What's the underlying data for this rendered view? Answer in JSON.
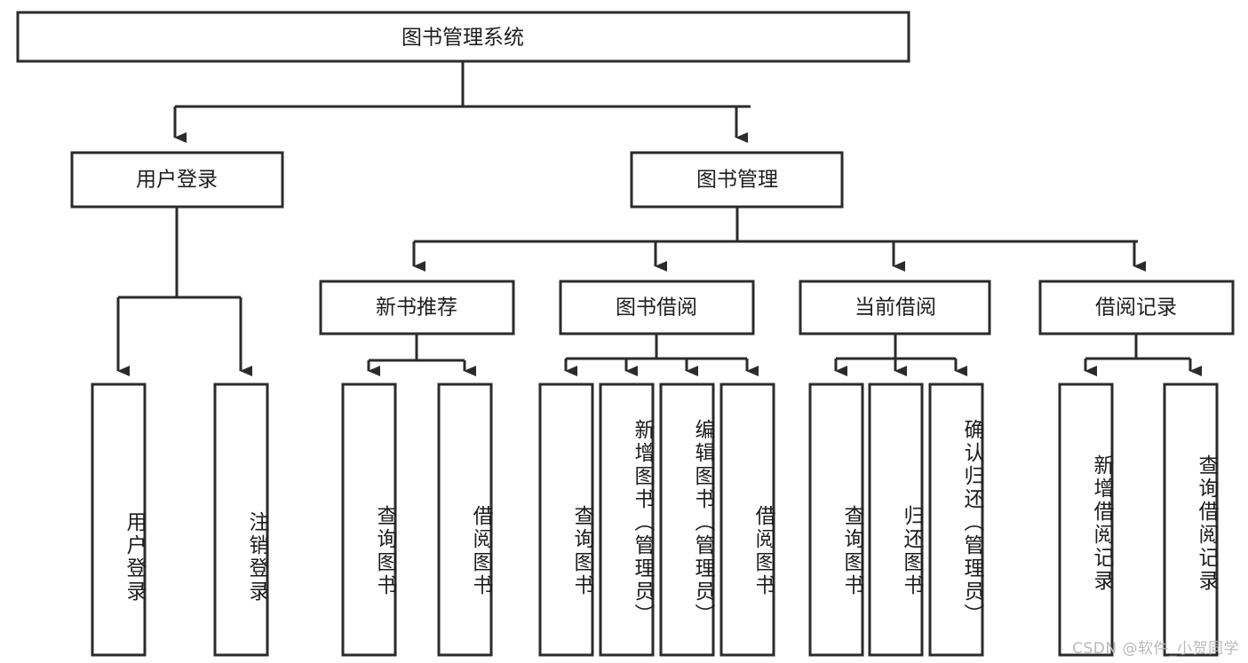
{
  "diagram": {
    "type": "tree-hierarchy-chart",
    "title": "图书管理系统",
    "orientation": "top-down",
    "colors": {
      "stroke": "#2b2b2b",
      "fill": "#ffffff",
      "text": "#1d1d1d",
      "background": "#ffffff",
      "watermark": "#b9b9b9"
    },
    "root": {
      "label": "图书管理系统"
    },
    "level2": [
      {
        "label": "用户登录"
      },
      {
        "label": "图书管理"
      }
    ],
    "level3": [
      {
        "label": "新书推荐"
      },
      {
        "label": "图书借阅"
      },
      {
        "label": "当前借阅"
      },
      {
        "label": "借阅记录"
      }
    ],
    "leaves_user_login": [
      {
        "label": "用户登录"
      },
      {
        "label": "注销登录"
      }
    ],
    "leaves_new_book": [
      {
        "label": "查询图书"
      },
      {
        "label": "借阅图书"
      }
    ],
    "leaves_borrow": [
      {
        "label": "查询图书"
      },
      {
        "label": "新增图书（管理员）"
      },
      {
        "label": "编辑图书（管理员）"
      },
      {
        "label": "借阅图书"
      }
    ],
    "leaves_current": [
      {
        "label": "查询图书"
      },
      {
        "label": "归还图书"
      },
      {
        "label": "确认归还（管理员）"
      }
    ],
    "leaves_records": [
      {
        "label": "新增借阅记录"
      },
      {
        "label": "查询借阅记录"
      }
    ]
  },
  "watermark": {
    "text": "CSDN @软件_小贺同学"
  }
}
